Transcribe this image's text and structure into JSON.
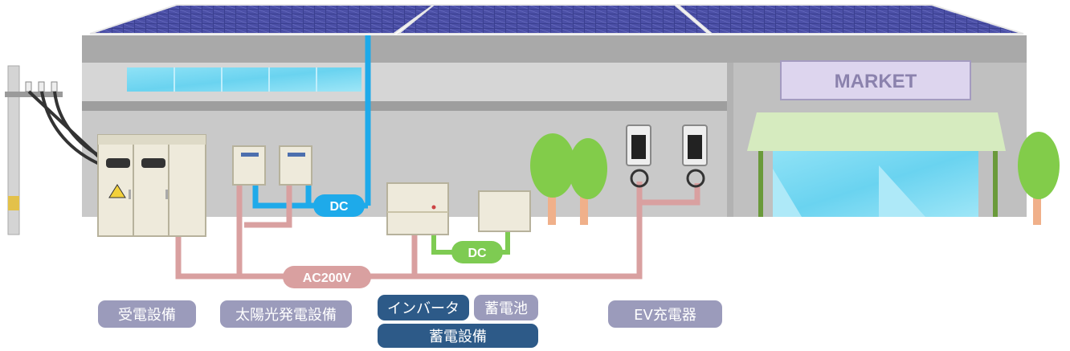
{
  "sign": {
    "text": "MARKET"
  },
  "flows": {
    "dc_solar": "DC",
    "dc_battery": "DC",
    "ac": "AC200V"
  },
  "labels": {
    "receiving": "受電設備",
    "solar": "太陽光発電設備",
    "inverter": "インバータ",
    "battery": "蓄電池",
    "storage": "蓄電設備",
    "ev": "EV充電器"
  },
  "colors": {
    "ac_line": "#d9a0a0",
    "dc_solar_line": "#1eaaea",
    "dc_battery_line": "#7ecb52",
    "pill_gray": "#9b9bbb",
    "pill_navy": "#2d5a88",
    "roof_panel": "#3a3f8f"
  }
}
